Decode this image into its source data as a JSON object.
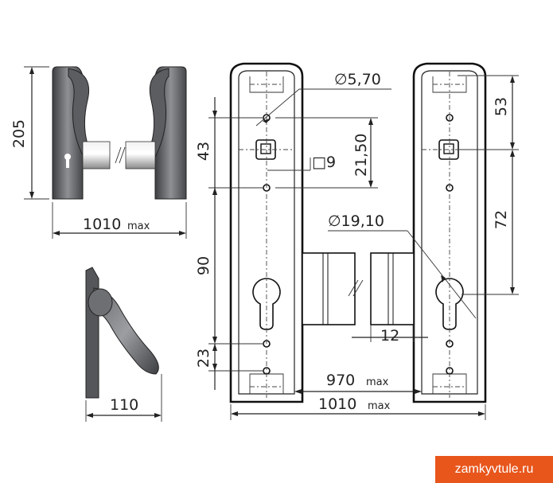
{
  "dimensions": {
    "height_205": "205",
    "width_1010_top": "1010",
    "max_top": "max",
    "width_110": "110",
    "dia_570": "∅5,70",
    "dim_43": "43",
    "square_9": "□9",
    "dim_2150": "21,50",
    "dim_53": "53",
    "dia_1910": "∅19,10",
    "dim_72": "72",
    "dim_90": "90",
    "dim_12": "12",
    "dim_23": "23",
    "width_970": "970",
    "max_970": "max",
    "width_1010_bottom": "1010",
    "max_bottom": "max"
  },
  "watermark": "zamkyvtule.ru",
  "colors": {
    "handle_dark": "#4a4b4f",
    "handle_light": "#8d8f93",
    "badge": "#e8561c"
  }
}
